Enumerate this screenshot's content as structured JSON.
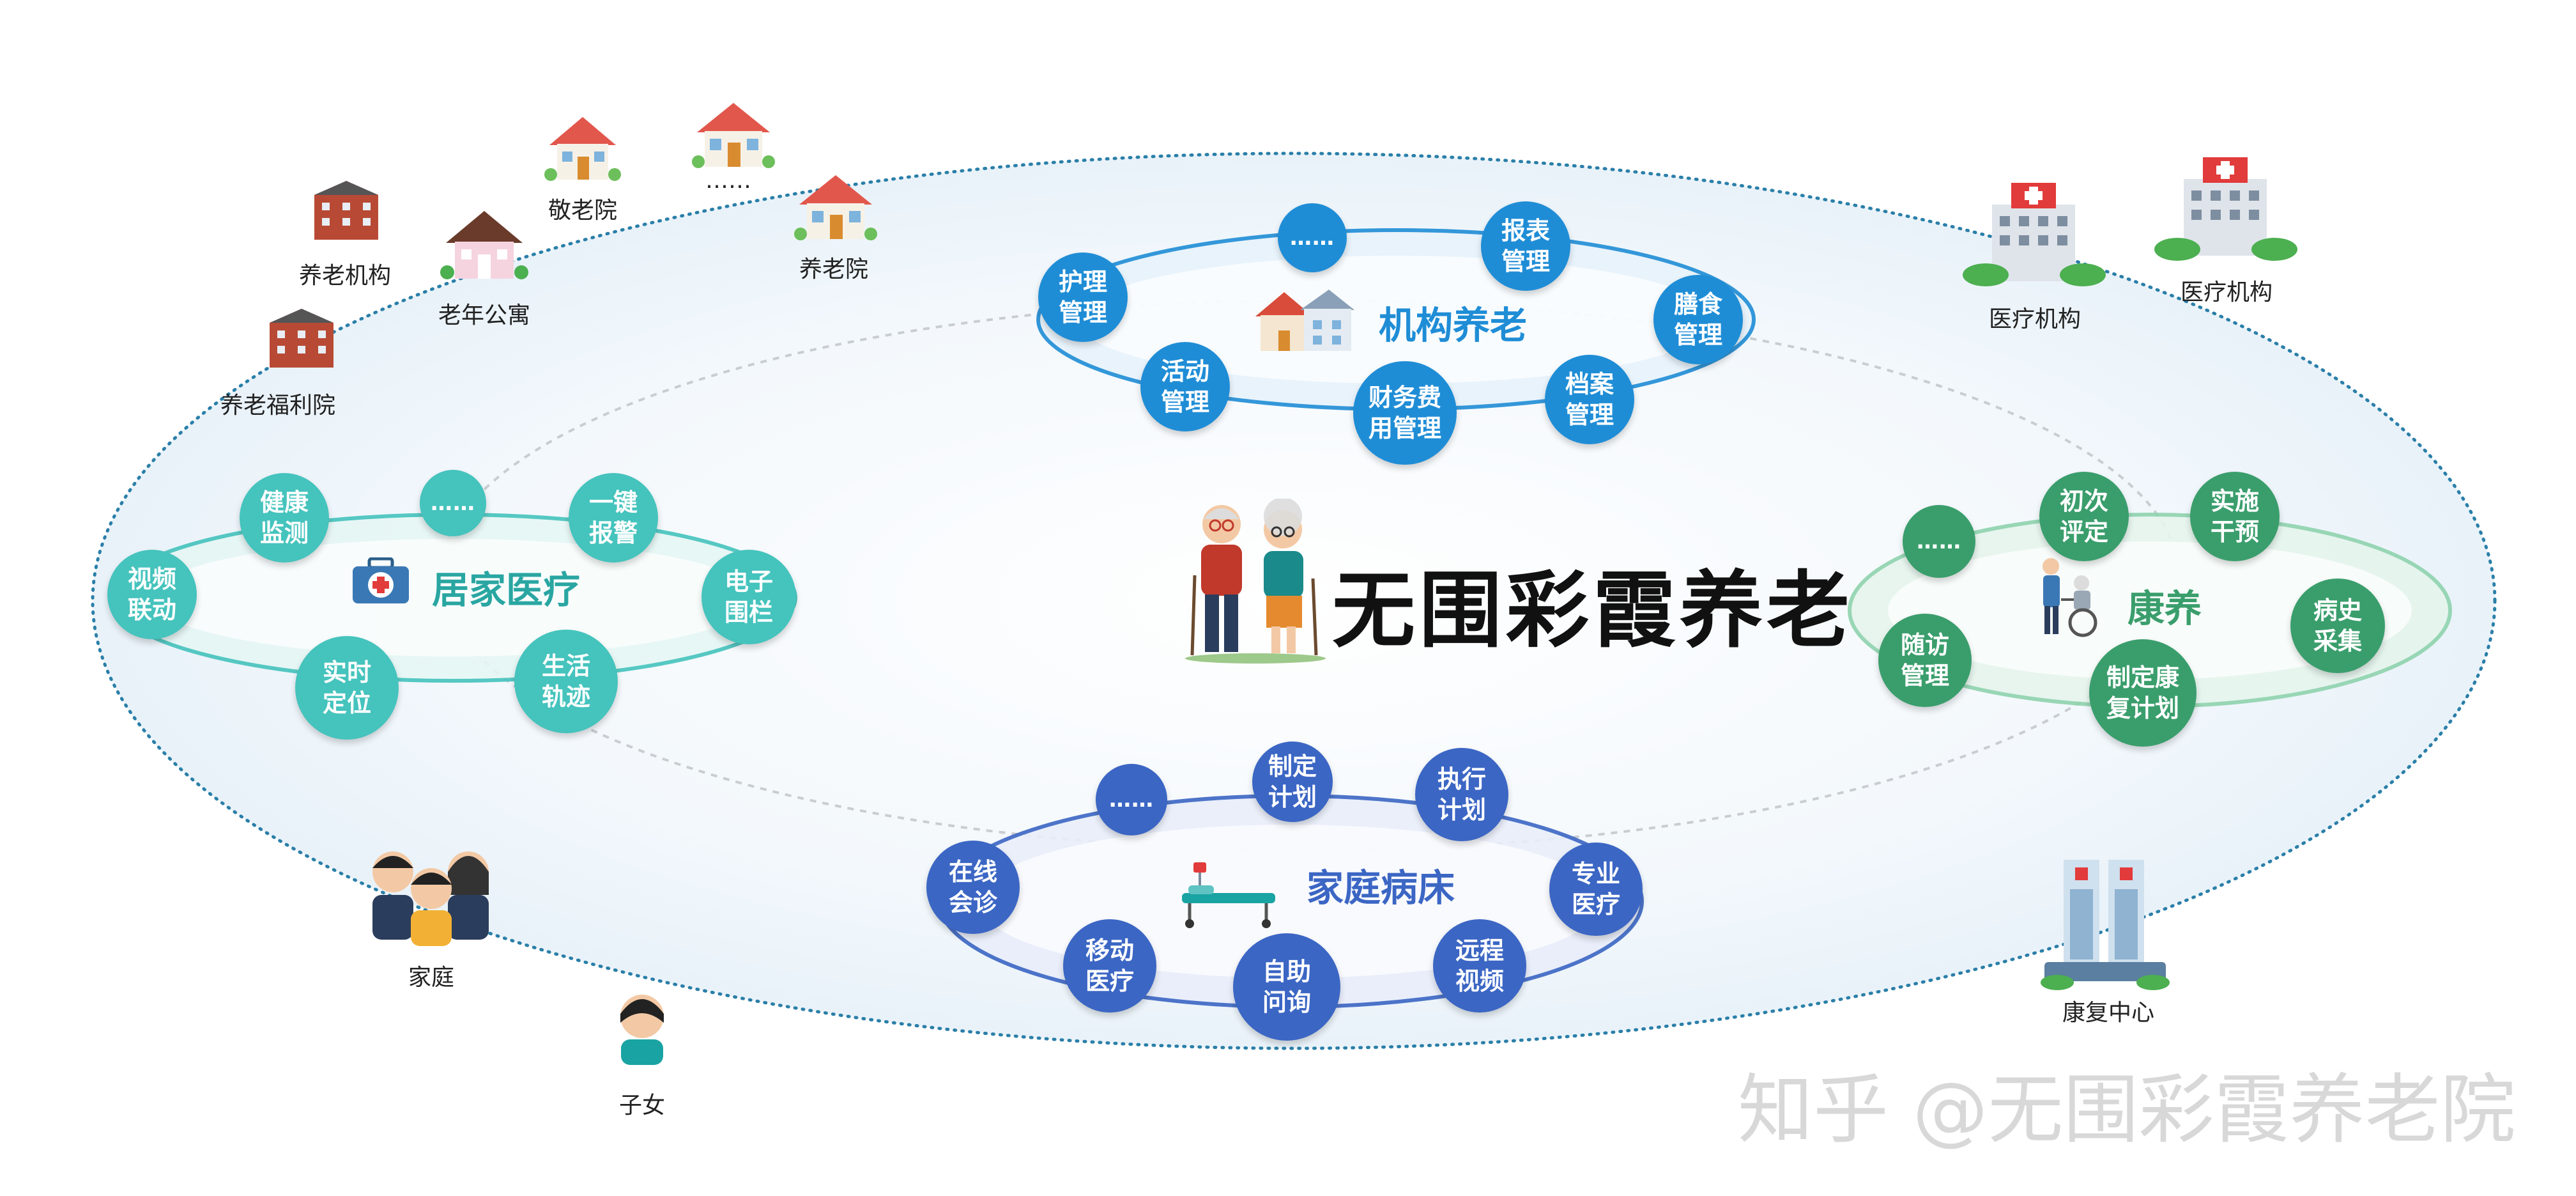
{
  "center_title": "无围彩霞养老",
  "clusters": {
    "jigou": {
      "title": "机构养老",
      "title_color": "#1f8dd6",
      "nodes": [
        "护理\n管理",
        "……",
        "报表\n管理",
        "膳食\n管理",
        "档案\n管理",
        "财务费\n用管理",
        "活动\n管理"
      ]
    },
    "jujia": {
      "title": "居家医疗",
      "title_color": "#2aa6a2",
      "nodes": [
        "健康\n监测",
        "……",
        "一键\n报警",
        "电子\n围栏",
        "生活\n轨迹",
        "实时\n定位",
        "视频\n联动"
      ]
    },
    "kangyang": {
      "title": "康养",
      "title_color": "#3a9e6c",
      "nodes": [
        "初次\n评定",
        "实施\n干预",
        "病史\n采集",
        "制定康\n复计划",
        "随访\n管理",
        "……"
      ]
    },
    "bingchuang": {
      "title": "家庭病床",
      "title_color": "#3b66c4",
      "nodes": [
        "……",
        "制定\n计划",
        "执行\n计划",
        "专业\n医疗",
        "远程\n视频",
        "自助\n问询",
        "移动\n医疗",
        "在线\n会诊"
      ]
    }
  },
  "outer_labels": {
    "jinglaoyuan": "敬老院",
    "dots": "……",
    "yanglaoyuan": "养老院",
    "yanglaojigou": "养老机构",
    "laonian_gongyu": "老年公寓",
    "fuliyuan": "养老福利院",
    "yiliao_1": "医疗机构",
    "yiliao_2": "医疗机构",
    "kangfu": "康复中心",
    "jiating": "家庭",
    "zinv": "子女"
  },
  "watermark": "知乎 @无围彩霞养老院",
  "colors": {
    "blue": "#1f8dd6",
    "teal": "#45c3bd",
    "green": "#3a9e6c",
    "indigo": "#3b66c4",
    "outer_dotted": "#2a7fa8"
  }
}
